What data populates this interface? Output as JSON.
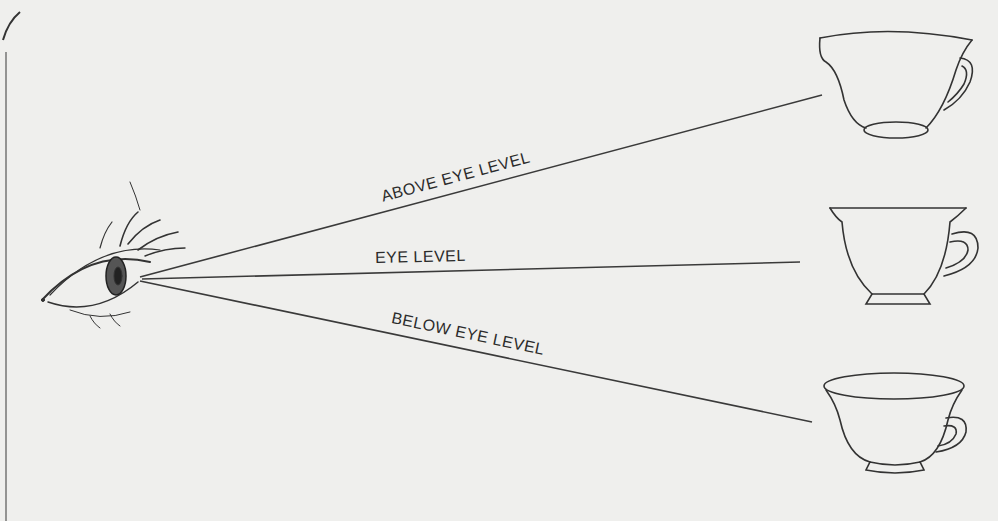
{
  "diagram": {
    "labels": [
      "ABOVE EYE LEVEL",
      "EYE LEVEL",
      "BELOW EYE LEVEL"
    ]
  }
}
